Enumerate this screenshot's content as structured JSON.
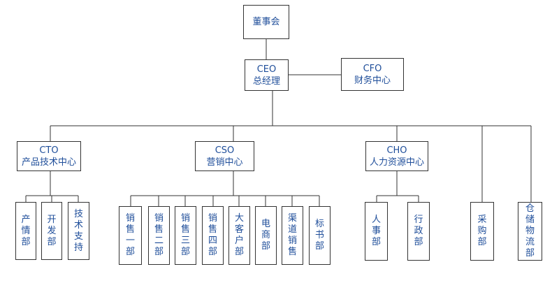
{
  "org": {
    "board": "董事会",
    "ceo": {
      "title": "CEO",
      "name": "总经理"
    },
    "cfo": {
      "title": "CFO",
      "name": "财务中心"
    },
    "cto": {
      "title": "CTO",
      "name": "产品技术中心"
    },
    "cso": {
      "title": "CSO",
      "name": "营销中心"
    },
    "cho": {
      "title": "CHO",
      "name": "人力资源中心"
    },
    "cto_depts": [
      "产情部",
      "开发部",
      "技术支持"
    ],
    "cso_depts": [
      "销售一部",
      "销售二部",
      "销售三部",
      "销售四部",
      "大客户部",
      "电商部",
      "渠道销售",
      "标书部"
    ],
    "cho_depts": [
      "人事部",
      "行政部"
    ],
    "procurement": "采购部",
    "logistics": "仓储物流部"
  },
  "colors": {
    "text": "#1f4e9a",
    "line": "#333333"
  }
}
